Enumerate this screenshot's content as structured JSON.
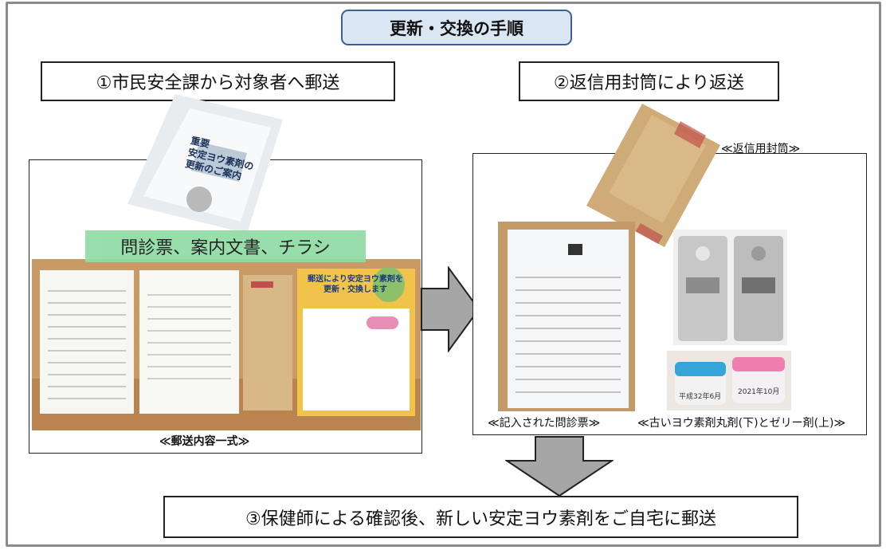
{
  "title": "更新・交換の手順",
  "steps": {
    "step1": "①市民安全課から対象者へ郵送",
    "step2": "②返信用封筒により返送",
    "step3": "③保健師による確認後、新しい安定ヨウ素剤をご自宅に郵送"
  },
  "left_panel": {
    "label": "問診票、案内文書、チラシ",
    "caption": "≪郵送内容一式≫",
    "envelope_text": [
      "重要",
      "安定ヨウ素剤の",
      "更新のご案内"
    ],
    "flyer_text": [
      "郵送により安定ヨウ素剤を",
      "更新・交換します"
    ]
  },
  "right_panel": {
    "return_envelope_caption": "≪返信用封筒≫",
    "form_caption": "≪記入された問診票≫",
    "pills_caption": "≪古いヨウ素剤丸剤(下)とゼリー剤(上)≫",
    "jar_labels": [
      "平成32年6月",
      "2021年10月"
    ]
  },
  "colors": {
    "title_fill": "#dbe6f4",
    "title_border": "#3e5f92",
    "label_green": "#8fdca4",
    "arrow_gray": "#a6a6a6"
  }
}
